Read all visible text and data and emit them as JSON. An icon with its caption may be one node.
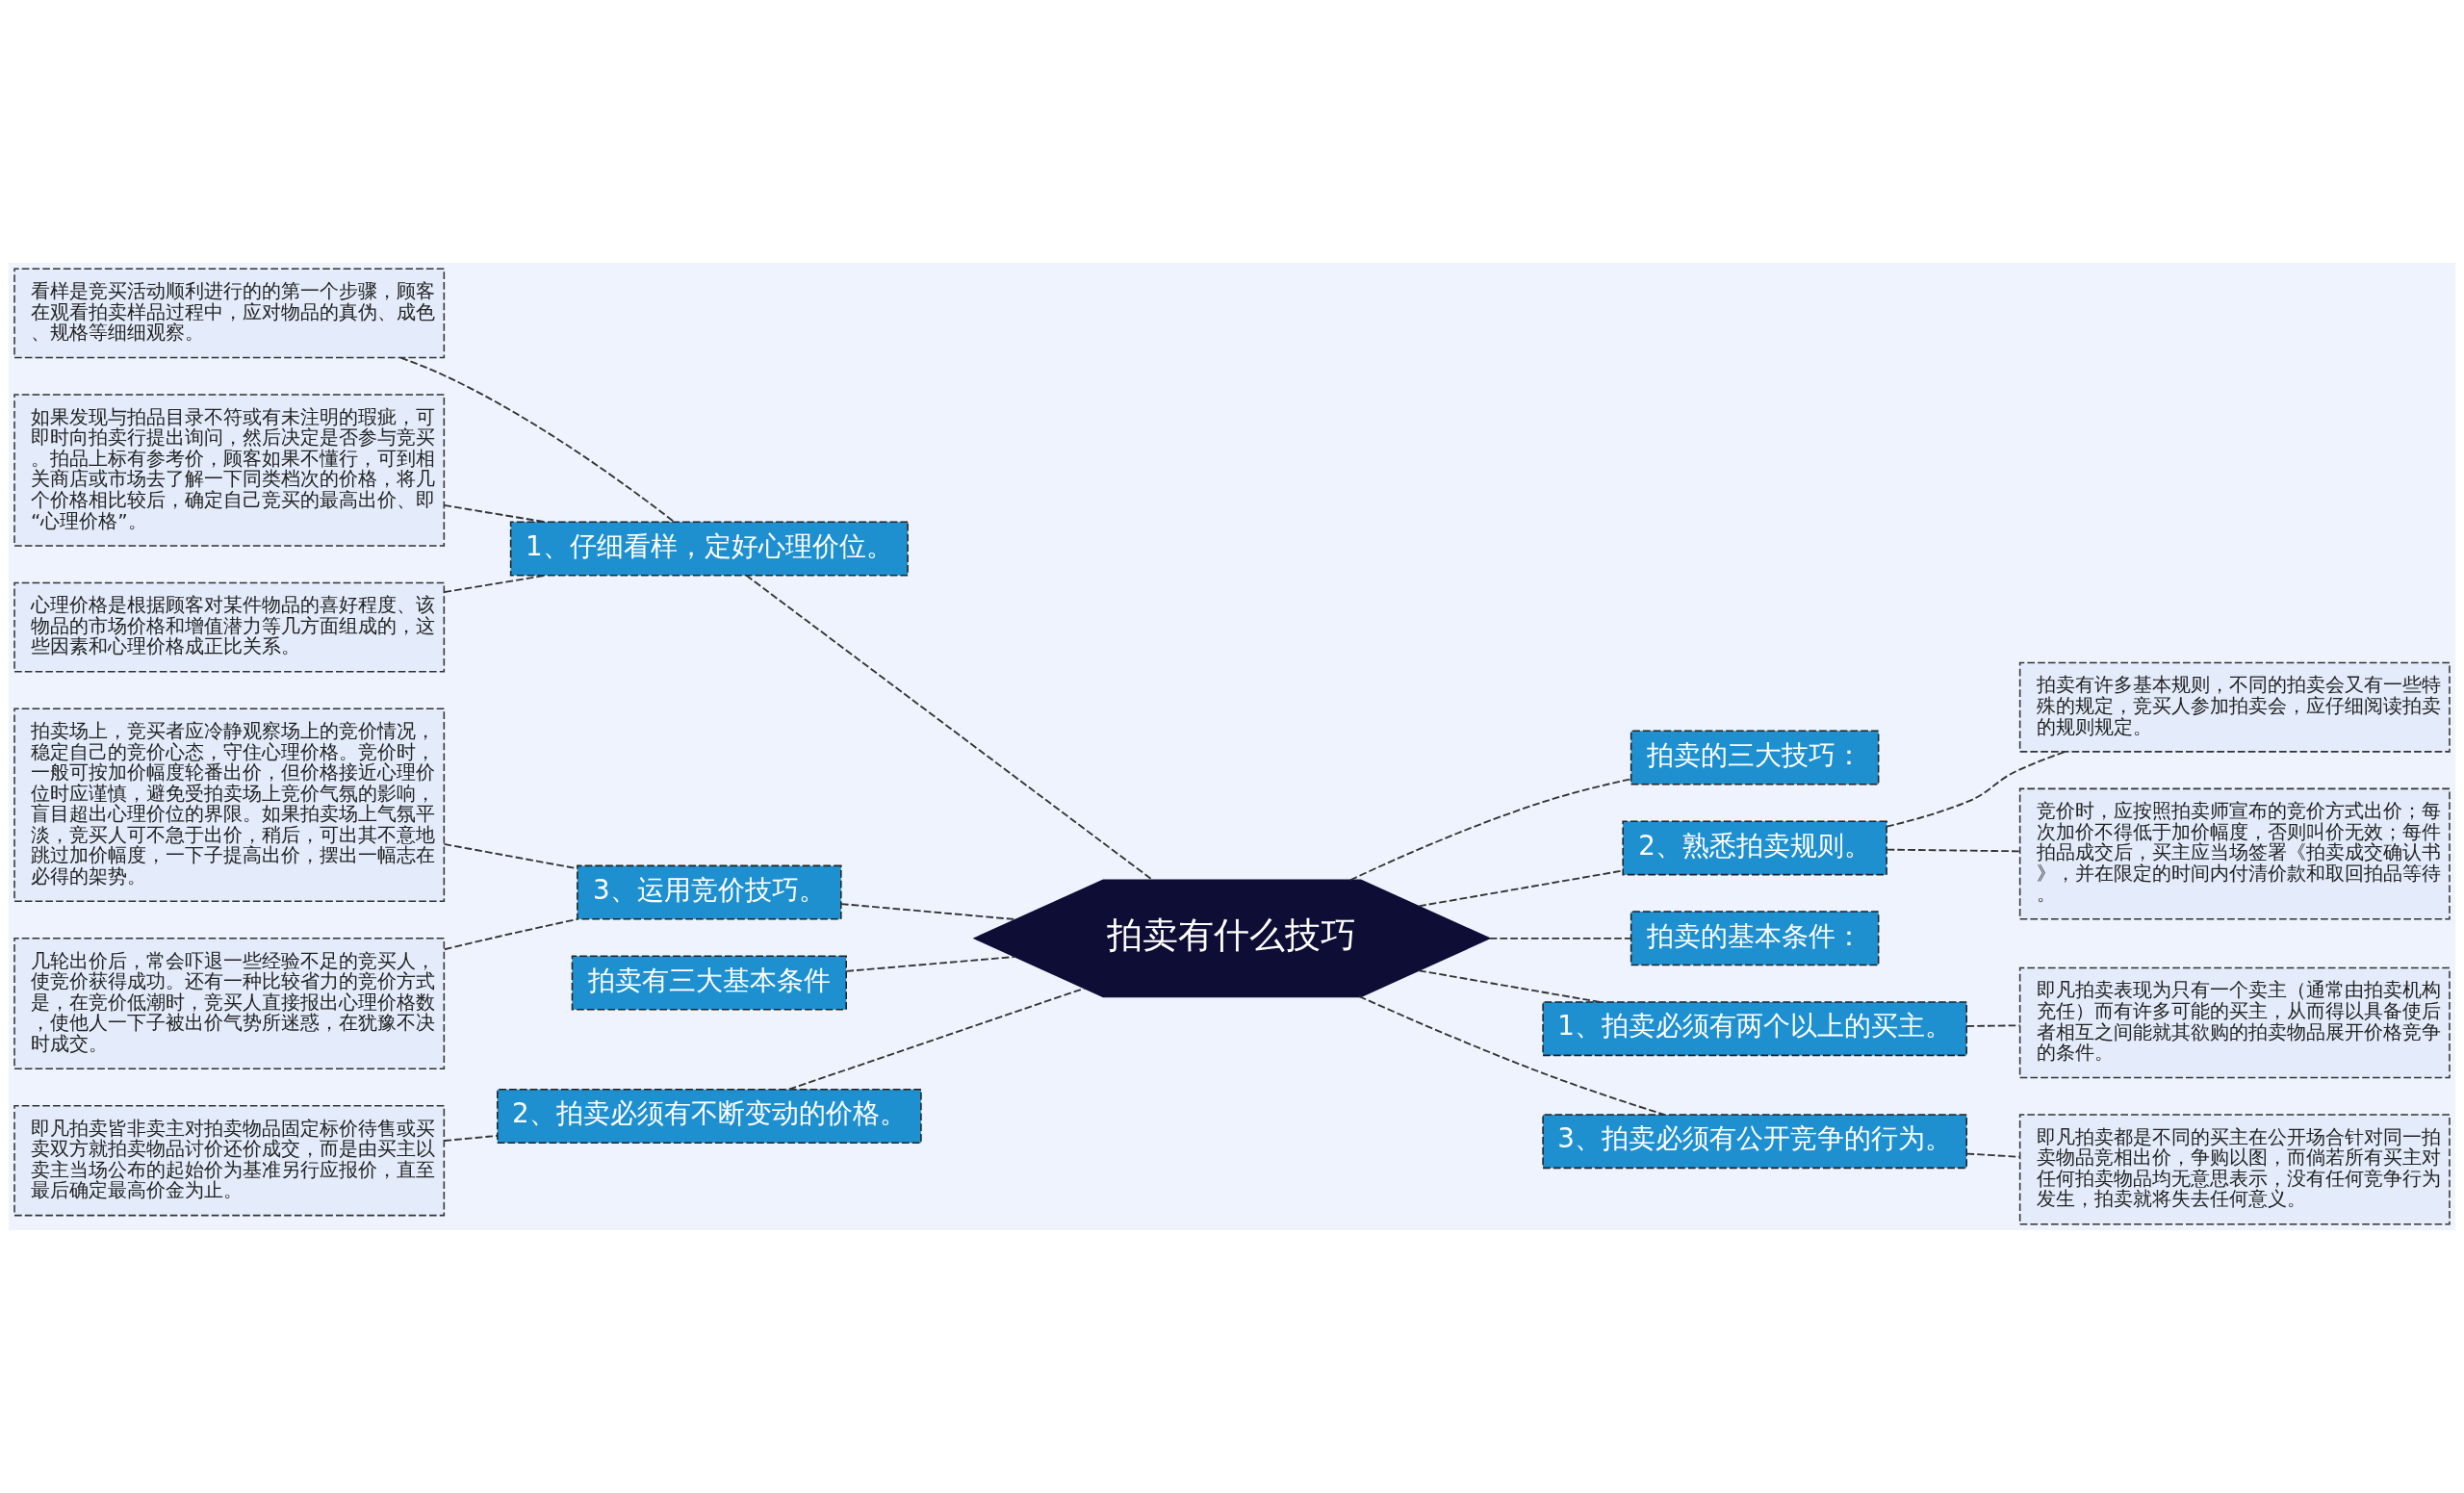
{
  "diagram": {
    "nodes": [
      {
        "text": [
          "拍卖有什么技巧"
        ]
      },
      {
        "text": [
          "1、仔细看样，定好心理价位。"
        ]
      },
      {
        "text": [
          "看样是竞买活动顺利进行的的第一个步骤，顾客在观看拍卖样品过程中，应对物品的真伪、成色、规格等细细观察。"
        ]
      },
      {
        "text": [
          "如果发现与拍品目录不符或有未注明的瑕疵，可即时向拍卖行提出询问，然后决定是否参与竞买。拍品上标有参考价，顾客如果不懂行，可到相关商店或市场去了解一下同类档次的价格，将几个价格相比较后，确定自己竞买的最高出价、即“心理价格”。"
        ]
      },
      {
        "text": [
          "心理价格是根据顾客对某件物品的喜好程度、该物品的市场价格和增值潜力等几方面组成的，这些因素和心理价格成正比关系。"
        ]
      },
      {
        "text": [
          "3、运用竞价技巧。"
        ]
      },
      {
        "text": [
          "拍卖场上，竞买者应冷静观察场上的竞价情况，稳定自己的竞价心态，守住心理价格。竞价时，一般可按加价幅度轮番出价，但价格接近心理价位时应谨慎，避免受拍卖场上竞价气氛的影响，盲目超出心理价位的界限。如果拍卖场上气氛平淡，竞买人可不急于出价，稍后，可出其不意地跳过加价幅度，一下子提高出价，摆出一幅志在必得的架势。"
        ]
      },
      {
        "text": [
          "几轮出价后，常会吓退一些经验不足的竞买人，使竞价获得成功。还有一种比较省力的竞价方式是，在竞价低潮时，竞买人直接报出心理价格数，使他人一下子被出价气势所迷惑，在犹豫不决时成交。"
        ]
      },
      {
        "text": [
          "拍卖有三大基本条件"
        ]
      },
      {
        "text": [
          "2、拍卖必须有不断变动的价格。"
        ]
      },
      {
        "text": [
          "即凡拍卖皆非卖主对拍卖物品固定标价待售或买卖双方就拍卖物品讨价还价成交，而是由买主以卖主当场公布的起始价为基准另行应报价，直至最后确定最高价金为止。"
        ]
      },
      {
        "text": [
          "拍卖的三大技巧："
        ]
      },
      {
        "text": [
          "2、熟悉拍卖规则。"
        ]
      },
      {
        "text": [
          "拍卖有许多基本规则，不同的拍卖会又有一些特殊的规定，竞买人参加拍卖会，应仔细阅读拍卖的规则规定。"
        ]
      },
      {
        "text": [
          "竞价时，应按照拍卖师宣布的竞价方式出价；每次加价不得低于加价幅度，否则叫价无效；每件拍品成交后，买主应当场签署《拍卖成交确认书》，并在限定的时间内付清价款和取回拍品等待。"
        ]
      },
      {
        "text": [
          "拍卖的基本条件："
        ]
      },
      {
        "text": [
          "1、拍卖必须有两个以上的买主。"
        ]
      },
      {
        "text": [
          "即凡拍卖表现为只有一个卖主（通常由拍卖机构充任）而有许多可能的买主，从而得以具备使后者相互之间能就其欲购的拍卖物品展开价格竞争的条件。"
        ]
      },
      {
        "text": [
          "3、拍卖必须有公开竞争的行为。"
        ]
      },
      {
        "text": [
          "即凡拍卖都是不同的买主在公开场合针对同一拍卖物品竞相出价，争购以图，而倘若所有买主对任何拍卖物品均无意思表示，没有任何竞争行为发生，拍卖就将失去任何意义。"
        ]
      }
    ],
    "edges": [
      {
        "from": 2,
        "to": 1,
        "arrow": "none",
        "style": "dashed"
      },
      {
        "from": 3,
        "to": 1,
        "arrow": "none",
        "style": "dashed"
      },
      {
        "from": 4,
        "to": 1,
        "arrow": "none",
        "style": "dashed"
      },
      {
        "from": 1,
        "to": 0,
        "arrow": "none",
        "style": "dashed"
      },
      {
        "from": 6,
        "to": 5,
        "arrow": "none",
        "style": "dashed"
      },
      {
        "from": 7,
        "to": 5,
        "arrow": "none",
        "style": "dashed"
      },
      {
        "from": 5,
        "to": 0,
        "arrow": "none",
        "style": "dashed"
      },
      {
        "from": 8,
        "to": 0,
        "arrow": "none",
        "style": "dashed"
      },
      {
        "from": 10,
        "to": 9,
        "arrow": "none",
        "style": "dashed"
      },
      {
        "from": 9,
        "to": 0,
        "arrow": "none",
        "style": "dashed"
      },
      {
        "from": 0,
        "to": 11,
        "arrow": "none",
        "style": "dashed"
      },
      {
        "from": 0,
        "to": 12,
        "arrow": "none",
        "style": "dashed"
      },
      {
        "from": 12,
        "to": 13,
        "arrow": "none",
        "style": "dashed"
      },
      {
        "from": 12,
        "to": 14,
        "arrow": "none",
        "style": "dashed"
      },
      {
        "from": 0,
        "to": 15,
        "arrow": "none",
        "style": "dashed"
      },
      {
        "from": 0,
        "to": 16,
        "arrow": "none",
        "style": "dashed"
      },
      {
        "from": 16,
        "to": 17,
        "arrow": "none",
        "style": "dashed"
      },
      {
        "from": 0,
        "to": 18,
        "arrow": "none",
        "style": "dashed"
      },
      {
        "from": 18,
        "to": 19,
        "arrow": "none",
        "style": "dashed"
      }
    ]
  }
}
